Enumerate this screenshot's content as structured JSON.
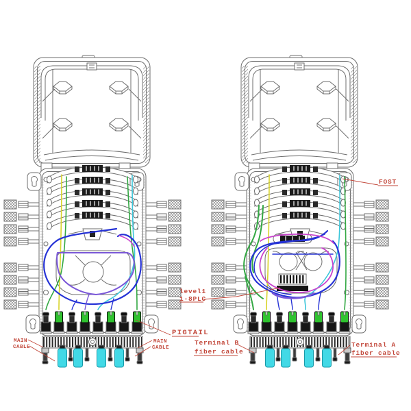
{
  "diagram": {
    "subject": "fiber optic splice closure drawing, two open views side by side",
    "labels": {
      "fost": "FOST",
      "level1_line1": "level1",
      "level1_line2": "1-8PLC",
      "pigtail": "PIGTAIL",
      "main_left_1": "MAIN",
      "main_left_2": "CABLE",
      "main_right_1": "MAIN",
      "main_right_2": "CABLE",
      "terminal_b_1": "Terminal B",
      "terminal_b_2": "fiber cable",
      "terminal_a_1": "Terminal A",
      "terminal_a_2": "fiber cable"
    },
    "colors": {
      "label_red": "#c2473a",
      "cap_cyan": "#42d9e6",
      "connector_green": "#2fc32f",
      "fiber_blue": "#2633d6",
      "fiber_violet": "#7b58d8",
      "fiber_magenta": "#c944ce",
      "fiber_green": "#33a843",
      "fiber_yellow": "#d8d42a",
      "fiber_cyan": "#3cc6da"
    }
  }
}
